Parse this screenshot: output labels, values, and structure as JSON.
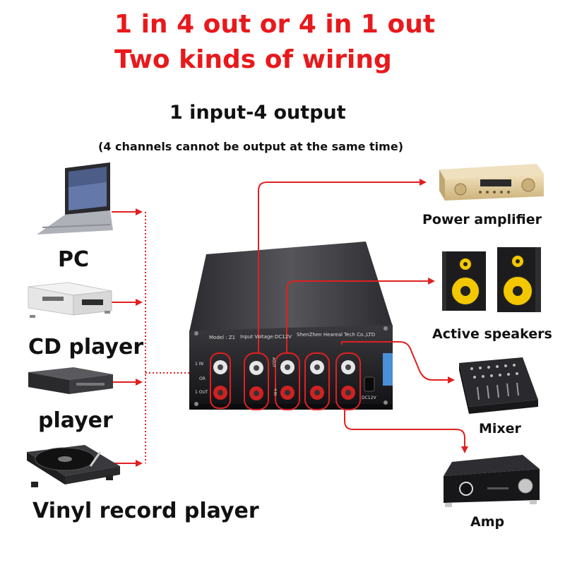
{
  "title": {
    "line1": "1 in 4 out or 4 in 1 out",
    "line2": "Two kinds of wiring"
  },
  "subtitle": "1 input-4 output",
  "note": "(4 channels cannot be output at the same time)",
  "sources": [
    {
      "label": "PC",
      "icon": "laptop-icon"
    },
    {
      "label": "CD player",
      "icon": "cd-player-icon"
    },
    {
      "label": "player",
      "icon": "media-player-icon"
    },
    {
      "label": "Vinyl record player",
      "icon": "turntable-icon"
    }
  ],
  "destinations": [
    {
      "label": "Power amplifier",
      "icon": "power-amplifier-icon"
    },
    {
      "label": "Active speakers",
      "icon": "active-speakers-icon"
    },
    {
      "label": "Mixer",
      "icon": "mixer-icon"
    },
    {
      "label": "Amp",
      "icon": "amp-icon"
    }
  ],
  "device": {
    "model": "Model : Z1",
    "voltage": "Input Voltage:DC12V",
    "maker": "ShenZhen Heareal Tech Co.,LTD",
    "label_1in": "1 IN",
    "label_1out": "1 OUT",
    "label_4in": "4 IN",
    "label_aout": "AOUT",
    "label_or": "OR",
    "label_dc": "DC12V"
  },
  "colors": {
    "accent": "#e8191c",
    "wire": "#e02020",
    "text": "#111111",
    "device_body": "#1c1c1e"
  }
}
